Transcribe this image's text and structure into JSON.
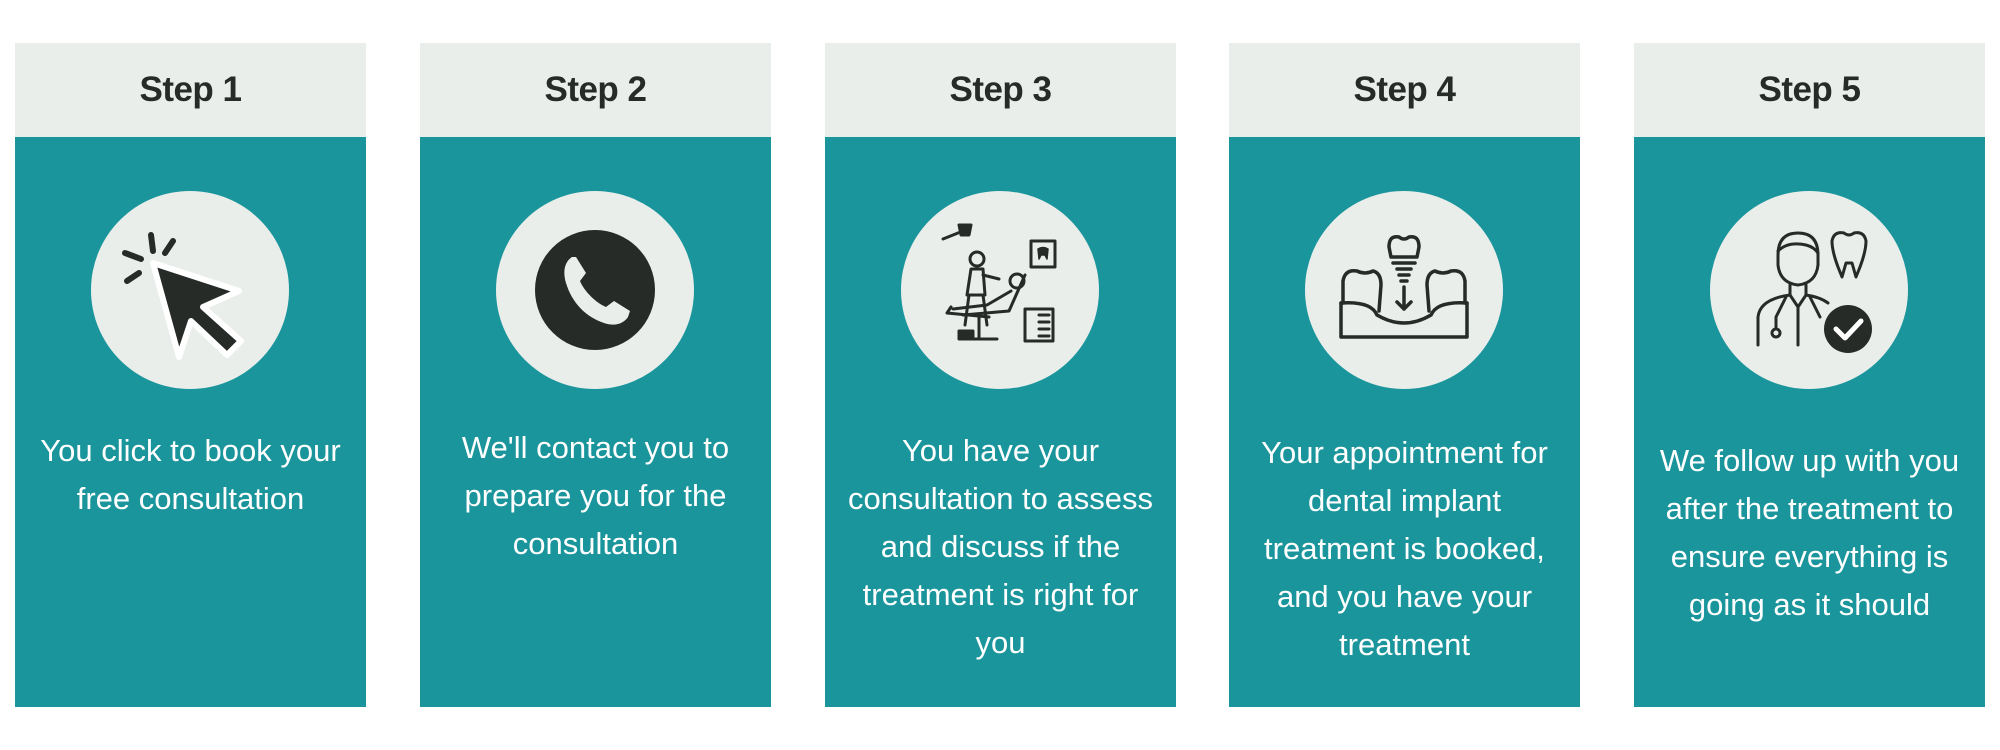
{
  "steps": [
    {
      "title": "Step 1",
      "icon": "cursor-click-icon",
      "text": "You click to book your free consultation"
    },
    {
      "title": "Step 2",
      "icon": "phone-icon",
      "text": "We'll contact you to prepare you for the consultation"
    },
    {
      "title": "Step 3",
      "icon": "dental-chair-icon",
      "text": "You have your consultation to assess and discuss if the treatment is right for you"
    },
    {
      "title": "Step 4",
      "icon": "dental-implant-icon",
      "text": "Your appointment for dental implant treatment is booked, and you have your treatment"
    },
    {
      "title": "Step 5",
      "icon": "dentist-check-icon",
      "text": "We follow up with you after the treatment to ensure everything is going as it should"
    }
  ],
  "colors": {
    "card_background": "#1b959c",
    "header_background": "#e9eeeb",
    "icon_background": "#e9eeeb",
    "icon_ink": "#262b27",
    "heading_text": "#262b27",
    "body_text": "#ffffff"
  }
}
